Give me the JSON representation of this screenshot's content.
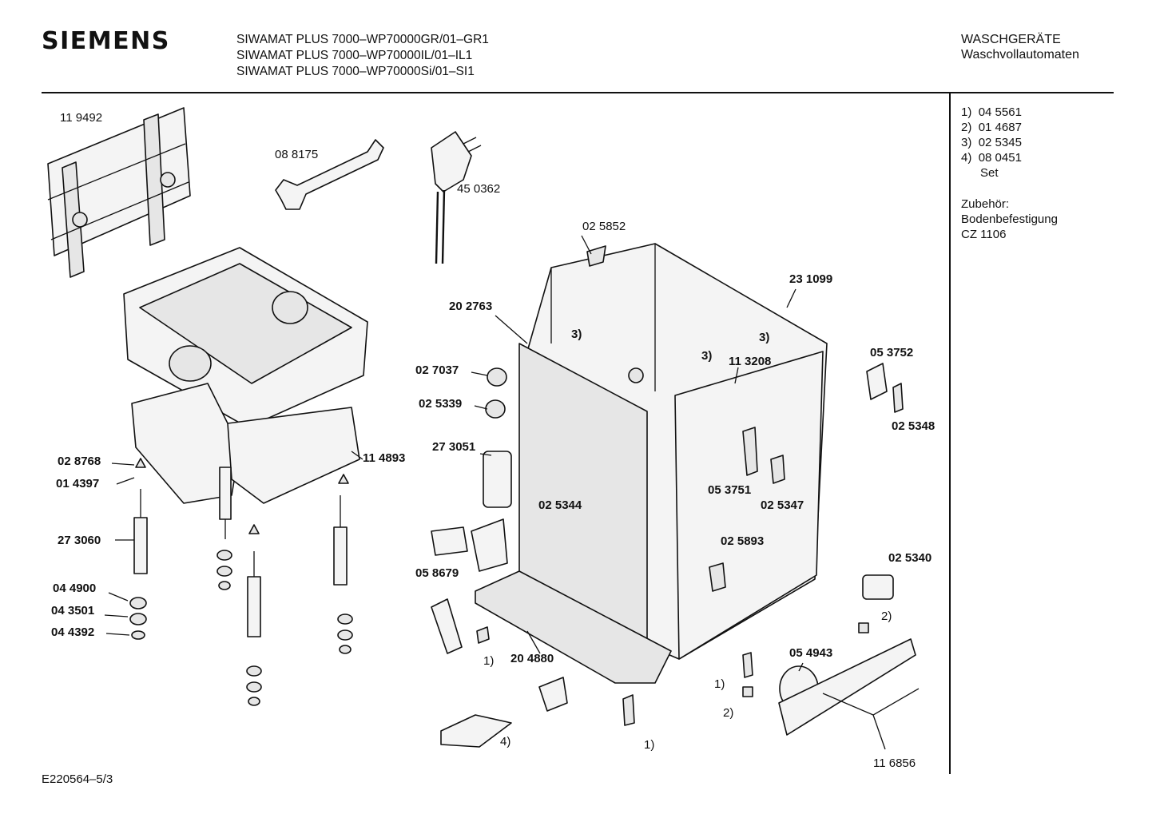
{
  "header": {
    "brand": "SIEMENS",
    "models": [
      "SIWAMAT PLUS 7000–WP70000GR/01–GR1",
      "SIWAMAT PLUS 7000–WP70000IL/01–IL1",
      "SIWAMAT PLUS 7000–WP70000Si/01–SI1"
    ],
    "category": [
      "WASCHGERÄTE",
      "Waschvollautomaten"
    ]
  },
  "legend": [
    {
      "mark": "1)",
      "code": "04 5561"
    },
    {
      "mark": "2)",
      "code": "01 4687"
    },
    {
      "mark": "3)",
      "code": "02 5345"
    },
    {
      "mark": "4)",
      "code": "08 0451"
    }
  ],
  "legend_set": "Set",
  "accessory": {
    "title": "Zubehör:",
    "name": "Bodenbefestigung",
    "code": "CZ 1106"
  },
  "doc_number": "E220564–5/3",
  "parts": {
    "p119492": "11 9492",
    "p088175": "08 8175",
    "p450362": "45 0362",
    "p025852": "02 5852",
    "p231099": "23 1099",
    "p202763": "20 2763",
    "m3a": "3)",
    "m3b": "3)",
    "m3c": "3)",
    "p027037": "02 7037",
    "p025339": "02 5339",
    "p113208": "11 3208",
    "p053752": "05 3752",
    "p025348": "02 5348",
    "p028768": "02 8768",
    "p014397": "01 4397",
    "p114893": "11 4893",
    "p273051": "27 3051",
    "p025344": "02 5344",
    "p053751": "05 3751",
    "p025347": "02 5347",
    "p273060": "27 3060",
    "p025893": "02 5893",
    "p058679": "05 8679",
    "p025340": "02 5340",
    "p044900": "04 4900",
    "p043501": "04 3501",
    "p044392": "04 4392",
    "m2a": "2)",
    "m1a": "1)",
    "p204880": "20 4880",
    "p054943": "05 4943",
    "m1b": "1)",
    "m2b": "2)",
    "m4": "4)",
    "m1c": "1)",
    "p116856": "11 6856"
  }
}
